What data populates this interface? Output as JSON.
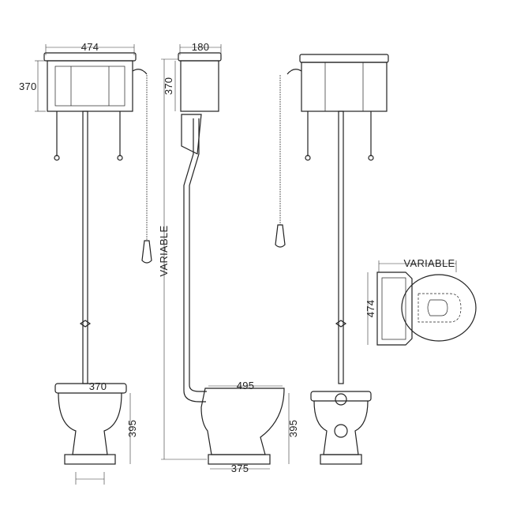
{
  "front_view": {
    "tank_width": "474",
    "tank_height": "370",
    "bowl_width": "370",
    "bowl_height": "395"
  },
  "side_view": {
    "tank_depth": "180",
    "tank_height": "370",
    "overall_height": "VARIABLE",
    "bowl_projection": "495",
    "bowl_height": "395",
    "base_depth": "375"
  },
  "plan_view": {
    "projection": "VARIABLE",
    "tank_width": "474"
  }
}
